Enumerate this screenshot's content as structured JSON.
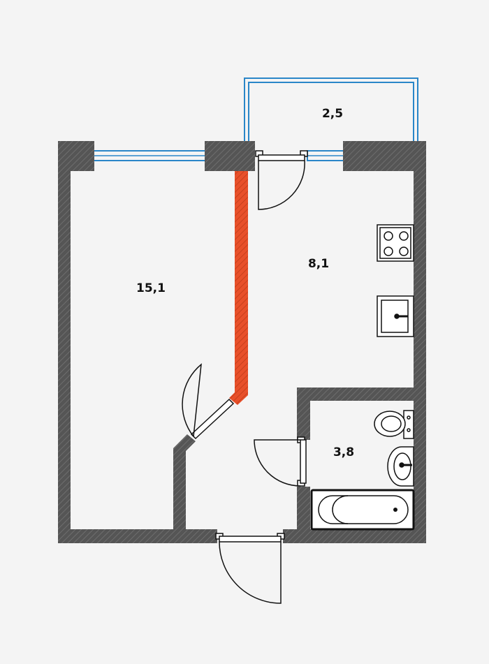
{
  "rooms": [
    {
      "id": "balcony",
      "area": "2,5"
    },
    {
      "id": "living-room",
      "area": "15,1"
    },
    {
      "id": "kitchen",
      "area": "8,1"
    },
    {
      "id": "bathroom",
      "area": "3,8"
    }
  ],
  "colors": {
    "background": "#f4f4f4",
    "wall": "#555555",
    "wall_hatch": "#6e6e6e",
    "new_partition": "#e8502a",
    "window": "#2a86c8",
    "line": "#111111"
  },
  "icons": [
    "stove-icon",
    "kitchen-sink-icon",
    "toilet-icon",
    "washbasin-icon",
    "bathtub-icon"
  ]
}
